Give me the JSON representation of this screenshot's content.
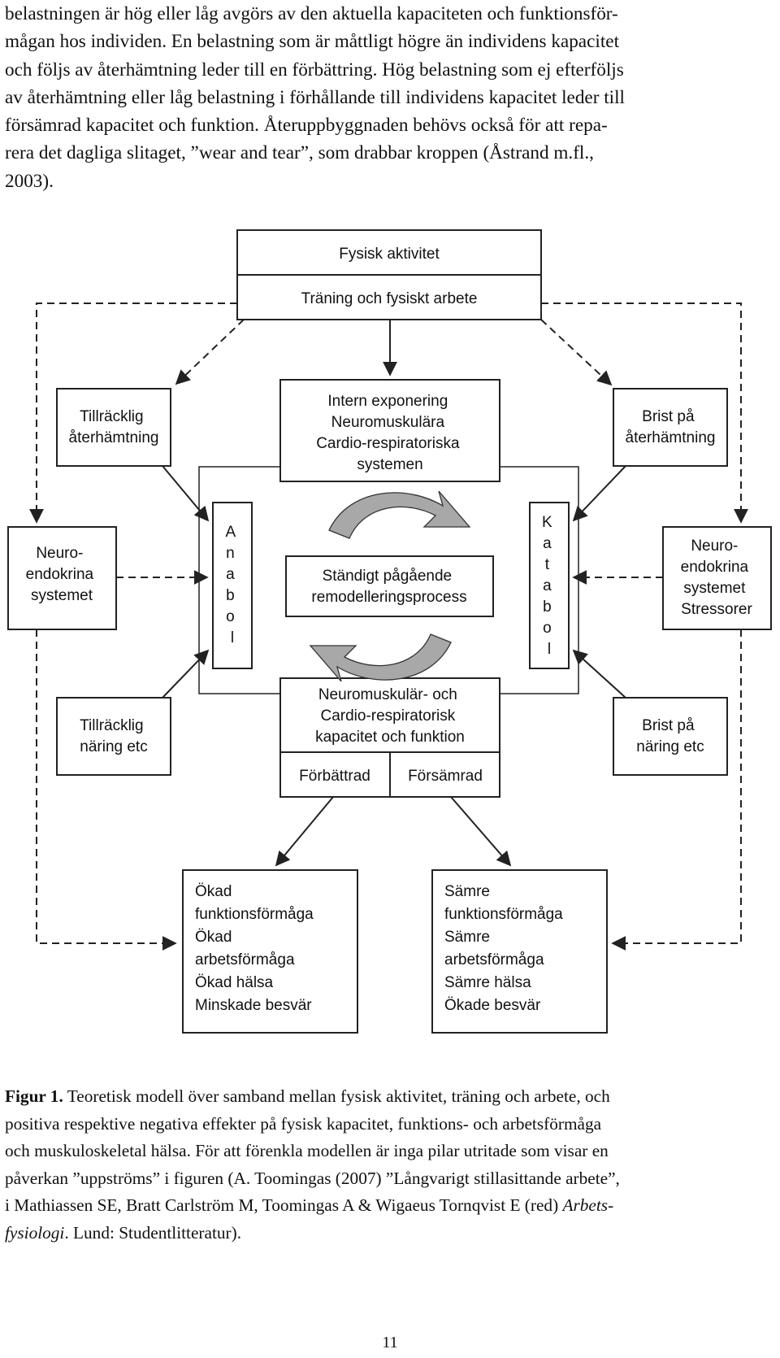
{
  "intro_lines": [
    "belastningen är hög eller låg avgörs av den aktuella kapaciteten och funktionsför-",
    "mågan hos individen. En belastning som är måttligt högre än individens kapacitet",
    "och följs av återhämtning leder till en förbättring. Hög belastning som ej efterföljs",
    "av återhämtning eller låg belastning i förhållande till individens kapacitet leder till",
    "försämrad kapacitet och funktion. Återuppbyggnaden behövs också för att repa-",
    "rera det dagliga slitaget, ”wear and tear”, som drabbar kroppen (Åstrand m.fl.,",
    "2003)."
  ],
  "diagram": {
    "top_box": {
      "title": "Fysisk aktivitet",
      "subtitle": "Träning och fysiskt arbete"
    },
    "left_recovery": [
      "Tillräcklig",
      "återhämtning"
    ],
    "right_recovery": [
      "Brist på",
      "återhämtning"
    ],
    "center_top": [
      "Intern exponering",
      "Neuromuskulära",
      "Cardio-respiratoriska",
      "systemen"
    ],
    "left_neuro": [
      "Neuro-",
      "endokrina",
      "systemet"
    ],
    "right_neuro": [
      "Neuro-",
      "endokrina",
      "systemet",
      "Stressorer"
    ],
    "anabol": [
      "A",
      "n",
      "a",
      "b",
      "o",
      "l"
    ],
    "katabol": [
      "K",
      "a",
      "t",
      "a",
      "b",
      "o",
      "l"
    ],
    "process": [
      "Ständigt pågående",
      "remodelleringsprocess"
    ],
    "left_nutrition": [
      "Tillräcklig",
      "näring etc"
    ],
    "right_nutrition": [
      "Brist på",
      "näring etc"
    ],
    "center_bottom": [
      "Neuromuskulär- och",
      "Cardio-respiratorisk",
      "kapacitet och funktion"
    ],
    "improved": "Förbättrad",
    "worsened": "Försämrad",
    "outcome_positive": [
      "Ökad",
      "funktionsförmåga",
      "Ökad",
      "arbetsförmåga",
      "Ökad hälsa",
      "Minskade besvär"
    ],
    "outcome_negative": [
      "Sämre",
      "funktionsförmåga",
      "Sämre",
      "arbetsförmåga",
      "Sämre hälsa",
      "Ökade besvär"
    ]
  },
  "caption": {
    "label": "Figur 1.",
    "line1": " Teoretisk modell över samband mellan fysisk aktivitet, träning och arbete, och",
    "line2": "positiva respektive negativa effekter på fysisk kapacitet, funktions- och arbetsförmåga",
    "line3": "och muskuloskeletal hälsa. För att förenkla modellen är inga pilar utritade som visar en",
    "line4": "påverkan ”uppströms” i figuren (A. Toomingas (2007) ”Långvarigt stillasittande arbete”,",
    "line5_pre": "i Mathiassen SE, Bratt Carlström M, Toomingas A & Wigaeus Tornqvist E (red) ",
    "line5_ital": "Arbets-",
    "line6_ital": "fysiologi",
    "line6_post": ". Lund: Studentlitteratur)."
  },
  "page_number": "11"
}
